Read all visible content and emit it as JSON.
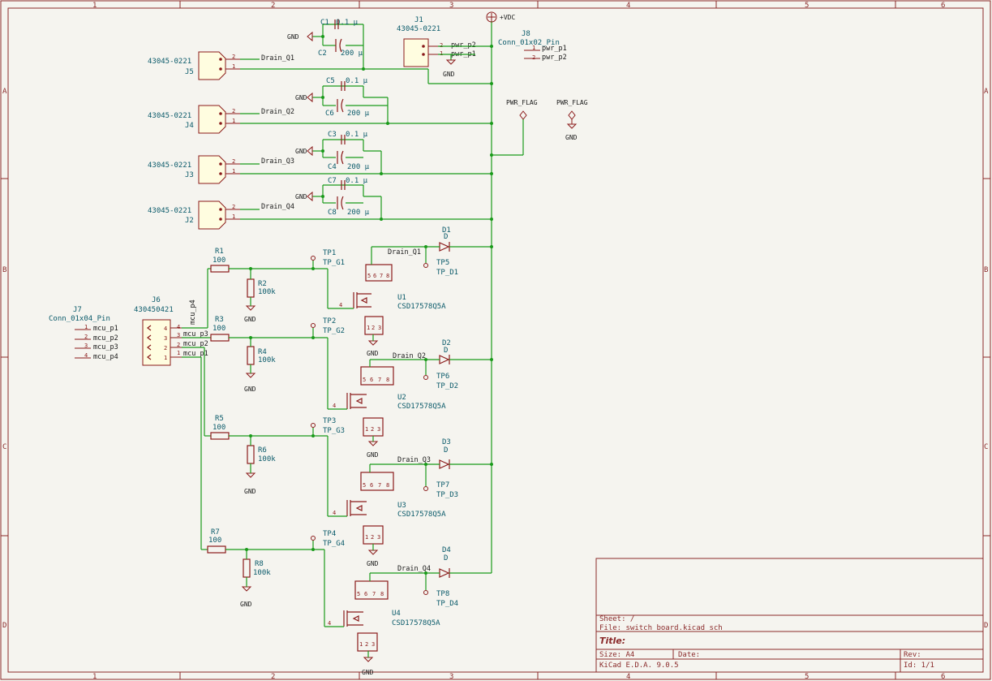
{
  "sheet": {
    "columns": [
      "1",
      "2",
      "3",
      "4",
      "5",
      "6"
    ],
    "rows": [
      "A",
      "B",
      "C",
      "D"
    ]
  },
  "title_block": {
    "sheet": "Sheet: /",
    "file": "File: switch_board.kicad_sch",
    "title": "Title:",
    "size": "Size: A4",
    "date": "Date:",
    "rev": "Rev:",
    "tool": "KiCad E.D.A. 9.0.5",
    "id": "Id: 1/1"
  },
  "power": {
    "vdc": "+VDC",
    "gnd": "GND",
    "pwr_flag": "PWR_FLAG"
  },
  "caps": [
    {
      "ref": "C1",
      "val": "0.1 µ"
    },
    {
      "ref": "C2",
      "val": "200 µ"
    },
    {
      "ref": "C5",
      "val": "0.1 µ"
    },
    {
      "ref": "C6",
      "val": "200 µ"
    },
    {
      "ref": "C3",
      "val": "0.1 µ"
    },
    {
      "ref": "C4",
      "val": "200 µ"
    },
    {
      "ref": "C7",
      "val": "0.1 µ"
    },
    {
      "ref": "C8",
      "val": "200 µ"
    }
  ],
  "connectors": {
    "j5": {
      "ref": "J5",
      "val": "43045-0221",
      "net2": "Drain_Q1"
    },
    "j4": {
      "ref": "J4",
      "val": "43045-0221",
      "net2": "Drain_Q2"
    },
    "j3": {
      "ref": "J3",
      "val": "43045-0221",
      "net2": "Drain_Q3"
    },
    "j2": {
      "ref": "J2",
      "val": "43045-0221",
      "net2": "Drain_Q4"
    },
    "j1": {
      "ref": "J1",
      "val": "43045-0221",
      "n1": "pwr_p1",
      "n2": "pwr_p2"
    },
    "j8": {
      "ref": "J8",
      "val": "Conn_01x02_Pin",
      "n1": "pwr_p1",
      "n2": "pwr_p2"
    },
    "j6": {
      "ref": "J6",
      "val": "430450421",
      "n1": "mcu_p1",
      "n2": "mcu_p2",
      "n3": "mcu_p3",
      "n4": "mcu_p4"
    },
    "j7": {
      "ref": "J7",
      "val": "Conn_01x04_Pin",
      "n1": "mcu_p1",
      "n2": "mcu_p2",
      "n3": "mcu_p3",
      "n4": "mcu_p4"
    }
  },
  "resistors": [
    {
      "ref": "R1",
      "val": "100"
    },
    {
      "ref": "R2",
      "val": "100k"
    },
    {
      "ref": "R3",
      "val": "100"
    },
    {
      "ref": "R4",
      "val": "100k"
    },
    {
      "ref": "R5",
      "val": "100"
    },
    {
      "ref": "R6",
      "val": "100k"
    },
    {
      "ref": "R7",
      "val": "100"
    },
    {
      "ref": "R8",
      "val": "100k"
    }
  ],
  "testpoints": [
    {
      "ref": "TP1",
      "val": "TP_G1"
    },
    {
      "ref": "TP2",
      "val": "TP_G2"
    },
    {
      "ref": "TP3",
      "val": "TP_G3"
    },
    {
      "ref": "TP4",
      "val": "TP_G4"
    },
    {
      "ref": "TP5",
      "val": "TP_D1"
    },
    {
      "ref": "TP6",
      "val": "TP_D2"
    },
    {
      "ref": "TP7",
      "val": "TP_D3"
    },
    {
      "ref": "TP8",
      "val": "TP_D4"
    }
  ],
  "diodes": [
    {
      "ref": "D1",
      "val": "D",
      "net": "Drain_Q1"
    },
    {
      "ref": "D2",
      "val": "D",
      "net": "Drain_Q2"
    },
    {
      "ref": "D3",
      "val": "D",
      "net": "Drain_Q3"
    },
    {
      "ref": "D4",
      "val": "D",
      "net": "Drain_Q4"
    }
  ],
  "mosfets": [
    {
      "ref": "U1",
      "val": "CSD17578Q5A"
    },
    {
      "ref": "U2",
      "val": "CSD17578Q5A"
    },
    {
      "ref": "U3",
      "val": "CSD17578Q5A"
    },
    {
      "ref": "U4",
      "val": "CSD17578Q5A"
    }
  ],
  "mcu_p4_label": "mcu_p4"
}
